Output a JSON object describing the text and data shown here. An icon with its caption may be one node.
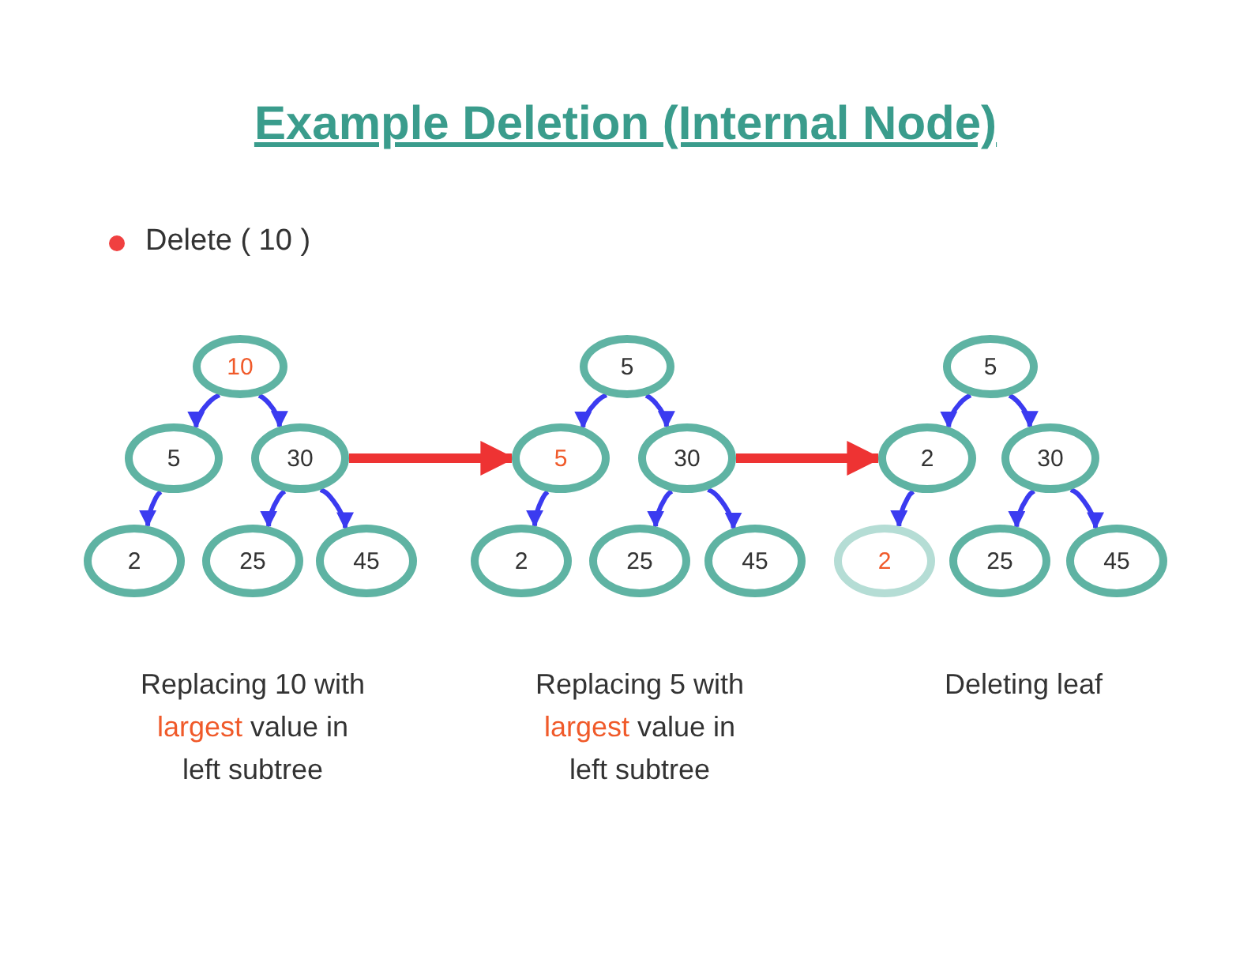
{
  "diagram": {
    "title": "Example Deletion (Internal Node)",
    "nodes": [
      {
        "text": [
          "10"
        ]
      },
      {
        "text": [
          "5"
        ]
      },
      {
        "text": [
          "30"
        ]
      },
      {
        "text": [
          "2"
        ]
      },
      {
        "text": [
          "25"
        ]
      },
      {
        "text": [
          "45"
        ]
      },
      {
        "text": [
          "5"
        ]
      },
      {
        "text": [
          "5"
        ]
      },
      {
        "text": [
          "30"
        ]
      },
      {
        "text": [
          "2"
        ]
      },
      {
        "text": [
          "25"
        ]
      },
      {
        "text": [
          "45"
        ]
      },
      {
        "text": [
          "5"
        ]
      },
      {
        "text": [
          "2"
        ]
      },
      {
        "text": [
          "30"
        ]
      },
      {
        "text": [
          "2"
        ]
      },
      {
        "text": [
          "25"
        ]
      },
      {
        "text": [
          "45"
        ]
      }
    ],
    "edges": [
      {
        "from": 0,
        "to": 1,
        "arrow": "to"
      },
      {
        "from": 0,
        "to": 2,
        "arrow": "to"
      },
      {
        "from": 1,
        "to": 3,
        "arrow": "to"
      },
      {
        "from": 2,
        "to": 4,
        "arrow": "to"
      },
      {
        "from": 2,
        "to": 5,
        "arrow": "to"
      },
      {
        "from": 6,
        "to": 7,
        "arrow": "to"
      },
      {
        "from": 6,
        "to": 8,
        "arrow": "to"
      },
      {
        "from": 7,
        "to": 9,
        "arrow": "to"
      },
      {
        "from": 8,
        "to": 10,
        "arrow": "to"
      },
      {
        "from": 8,
        "to": 11,
        "arrow": "to"
      },
      {
        "from": 12,
        "to": 13,
        "arrow": "to"
      },
      {
        "from": 12,
        "to": 14,
        "arrow": "to"
      },
      {
        "from": 13,
        "to": 15,
        "arrow": "to"
      },
      {
        "from": 14,
        "to": 16,
        "arrow": "to"
      },
      {
        "from": 14,
        "to": 17,
        "arrow": "to"
      },
      {
        "from": 2,
        "to": 7,
        "arrow": "to",
        "style": "thick",
        "color": "#ee3333"
      },
      {
        "from": 8,
        "to": 13,
        "arrow": "to",
        "style": "thick",
        "color": "#ee3333"
      }
    ],
    "labels": [
      "Delete ( 10 )",
      "Replacing 10 with *largest* value in left subtree",
      "Replacing 5 with *largest* value in left subtree",
      "Deleting leaf"
    ]
  }
}
